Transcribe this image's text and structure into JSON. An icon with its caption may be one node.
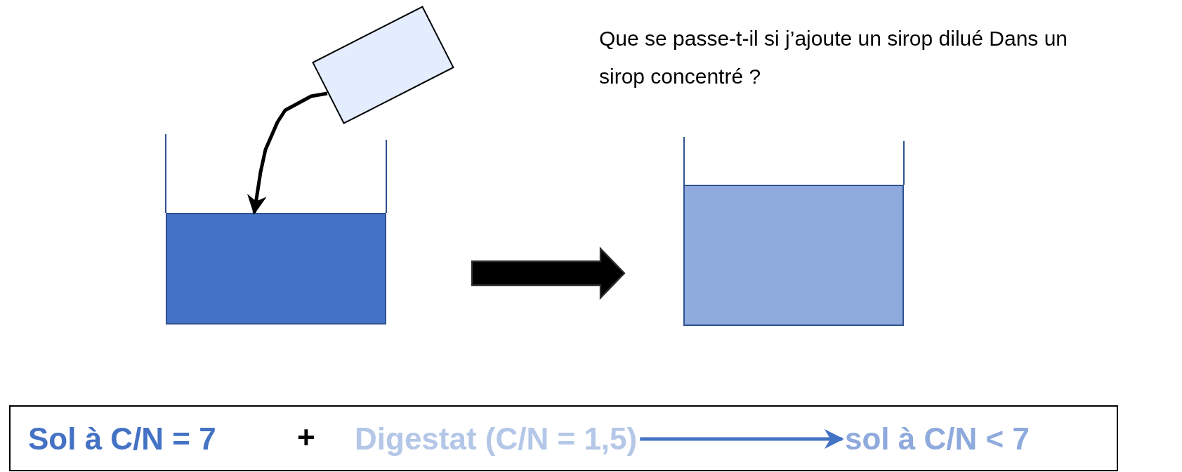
{
  "diagram": {
    "nodes": [
      {
        "text": [],
        "shape": "box"
      },
      {
        "text": [],
        "shape": "box"
      },
      {
        "text": [],
        "shape": "box"
      },
      {
        "text": [],
        "shape": "box"
      },
      {
        "text": [
          "Sol à C/N = 7"
        ],
        "in": 3
      },
      {
        "text": [
          "Digestat (C/N = 1,5)"
        ],
        "in": 3
      },
      {
        "text": [
          "sol à C/N < 7"
        ],
        "in": 3
      }
    ],
    "edges": [
      {
        "from": 0,
        "to": 1,
        "arrow": "to"
      },
      {
        "from": 1,
        "to": 2,
        "arrow": "to",
        "style": "thick"
      },
      {
        "from": 5,
        "to": 6,
        "arrow": "to",
        "color": "#4472c4"
      }
    ],
    "labels": [
      "Que se passe-t-il si j’ajoute un sirop dilué Dans un sirop concentré ?",
      "+"
    ]
  }
}
